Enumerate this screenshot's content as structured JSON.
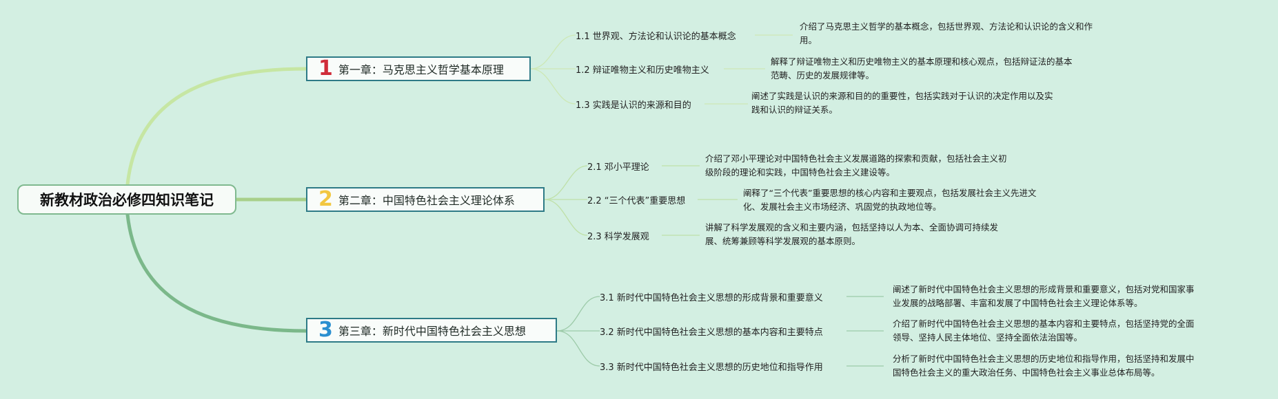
{
  "root": {
    "title": "新教材政治必修四知识笔记"
  },
  "chapters": [
    {
      "num": "1",
      "num_color": "#d02d3a",
      "title": "第一章：马克思主义哲学基本原理",
      "sections": [
        {
          "title": "1.1 世界观、方法论和认识论的基本概念",
          "desc_lines": [
            "介绍了马克思主义哲学的基本概念，包括世界观、方法论和认识论的含义和作",
            "用。"
          ]
        },
        {
          "title": "1.2 辩证唯物主义和历史唯物主义",
          "desc_lines": [
            "解释了辩证唯物主义和历史唯物主义的基本原理和核心观点，包括辩证法的基本",
            "范畴、历史的发展规律等。"
          ]
        },
        {
          "title": "1.3 实践是认识的来源和目的",
          "desc_lines": [
            "阐述了实践是认识的来源和目的的重要性，包括实践对于认识的决定作用以及实",
            "践和认识的辩证关系。"
          ]
        }
      ]
    },
    {
      "num": "2",
      "num_color": "#f2c740",
      "title": "第二章：中国特色社会主义理论体系",
      "sections": [
        {
          "title": "2.1 邓小平理论",
          "desc_lines": [
            "介绍了邓小平理论对中国特色社会主义发展道路的探索和贡献，包括社会主义初",
            "级阶段的理论和实践，中国特色社会主义建设等。"
          ]
        },
        {
          "title": "2.2 “三个代表”重要思想",
          "desc_lines": [
            "阐释了“三个代表”重要思想的核心内容和主要观点，包括发展社会主义先进文",
            "化、发展社会主义市场经济、巩固党的执政地位等。"
          ]
        },
        {
          "title": "2.3 科学发展观",
          "desc_lines": [
            "讲解了科学发展观的含义和主要内涵，包括坚持以人为本、全面协调可持续发",
            "展、统筹兼顾等科学发展观的基本原则。"
          ]
        }
      ]
    },
    {
      "num": "3",
      "num_color": "#2a8fd0",
      "title": "第三章：新时代中国特色社会主义思想",
      "sections": [
        {
          "title": "3.1 新时代中国特色社会主义思想的形成背景和重要意义",
          "desc_lines": [
            "阐述了新时代中国特色社会主义思想的形成背景和重要意义，包括对党和国家事",
            "业发展的战略部署、丰富和发展了中国特色社会主义理论体系等。"
          ]
        },
        {
          "title": "3.2 新时代中国特色社会主义思想的基本内容和主要特点",
          "desc_lines": [
            "介绍了新时代中国特色社会主义思想的基本内容和主要特点，包括坚持党的全面",
            "领导、坚持人民主体地位、坚持全面依法治国等。"
          ]
        },
        {
          "title": "3.3 新时代中国特色社会主义思想的历史地位和指导作用",
          "desc_lines": [
            "分析了新时代中国特色社会主义思想的历史地位和指导作用，包括坚持和发展中",
            "国特色社会主义的重大政治任务、中国特色社会主义事业总体布局等。"
          ]
        }
      ]
    }
  ]
}
